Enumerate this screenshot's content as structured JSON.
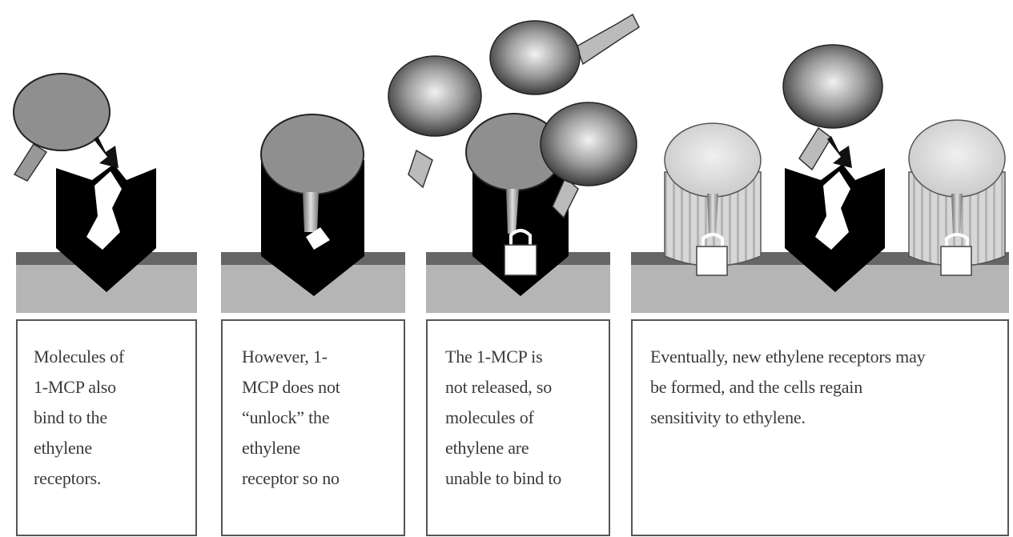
{
  "panels": [
    {
      "caption": [
        "Molecules of",
        "1-MCP also",
        "bind to the",
        "ethylene",
        "receptors."
      ]
    },
    {
      "caption": [
        "However, 1-",
        "MCP does not",
        "“unlock” the",
        "ethylene",
        "receptor so no"
      ]
    },
    {
      "caption": [
        "The 1-MCP is",
        "not released, so",
        "molecules of",
        "ethylene are",
        "unable to bind to"
      ]
    },
    {
      "caption": [
        "Eventually, new ethylene receptors may",
        "be formed, and the cells regain",
        "sensitivity to ethylene."
      ]
    }
  ]
}
